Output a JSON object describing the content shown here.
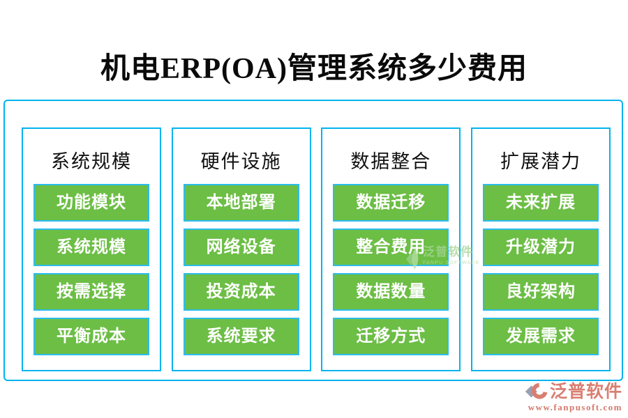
{
  "page": {
    "title": "机电ERP(OA)管理系统多少费用"
  },
  "columns": [
    {
      "header": "系统规模",
      "items": [
        "功能模块",
        "系统规模",
        "按需选择",
        "平衡成本"
      ]
    },
    {
      "header": "硬件设施",
      "items": [
        "本地部署",
        "网络设备",
        "投资成本",
        "系统要求"
      ]
    },
    {
      "header": "数据整合",
      "items": [
        "数据迁移",
        "整合费用",
        "数据数量",
        "迁移方式"
      ]
    },
    {
      "header": "扩展潜力",
      "items": [
        "未来扩展",
        "升级潜力",
        "良好架构",
        "发展需求"
      ]
    }
  ],
  "watermark": {
    "brand": "泛普软件",
    "subtitle": "FANPU SOFTWARE"
  },
  "footer_logo": {
    "brand": "泛普软件",
    "url": "www.fanpusoft.com"
  },
  "colors": {
    "accent_cyan": "#00b4ef",
    "button_green": "#6cbe45",
    "logo_salmon": "#d97f72",
    "watermark_green": "#a6d596",
    "title_black": "#0a0a0a"
  }
}
